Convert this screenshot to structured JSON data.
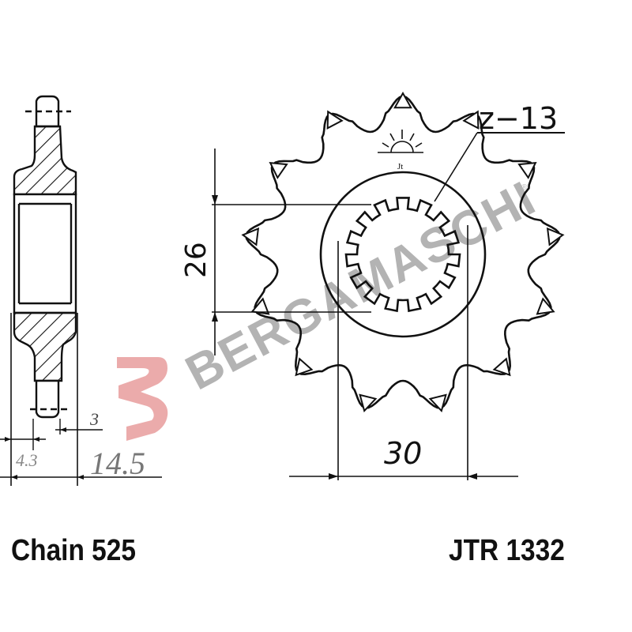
{
  "diagram": {
    "type": "technical-drawing",
    "subject": "front sprocket",
    "teeth_label": "z−13",
    "teeth_count": 13,
    "spline_teeth": 15,
    "dimensions": {
      "spline_height": "26",
      "spline_width": "30",
      "offset_small": "3",
      "hub_offset": "4.3",
      "overall_width": "14.5"
    },
    "watermark": {
      "logo_letter": "B",
      "text": "BERGAMASCHI",
      "logo_color": "#e8a3a3",
      "text_color": "#b5b5b5"
    },
    "manufacturer_emblem": "sun-logo-icon",
    "emblem_text": "Jt"
  },
  "footer": {
    "chain": "Chain 525",
    "part_number": "JTR 1332"
  },
  "colors": {
    "line": "#111111",
    "background": "#ffffff"
  }
}
